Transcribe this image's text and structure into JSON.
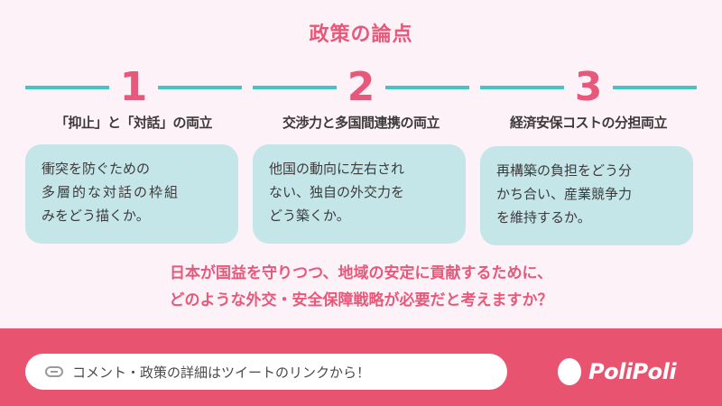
{
  "title": "政策の論点",
  "points": [
    {
      "number": "1",
      "heading": "「抑止」と「対話」の両立",
      "lines": [
        "衝突を防ぐための",
        "多層的な対話の枠組",
        "みをどう描くか。"
      ]
    },
    {
      "number": "2",
      "heading": "交渉力と多国間連携の両立",
      "lines": [
        "他国の動向に左右され",
        "ない、独自の外交力を",
        "どう築くか。"
      ]
    },
    {
      "number": "3",
      "heading": "経済安保コストの分担両立",
      "lines": [
        "再構築の負担をどう分",
        "かち合い、産業競争力",
        "を維持するか。"
      ]
    }
  ],
  "question": {
    "line1": "日本が国益を守りつつ、地域の安定に貢献するために、",
    "line2": "どのような外交・安全保障戦略が必要だと考えますか？"
  },
  "footer": {
    "link_icon": "link-icon",
    "cta": "コメント・政策の詳細はツイートのリンクから！",
    "logo": "PoliPoli"
  },
  "colors": {
    "accent": "#e8587a",
    "teal": "#45c3c7",
    "card": "#c4e6e8",
    "background": "#fdf2f7",
    "footer": "#e8546f"
  }
}
